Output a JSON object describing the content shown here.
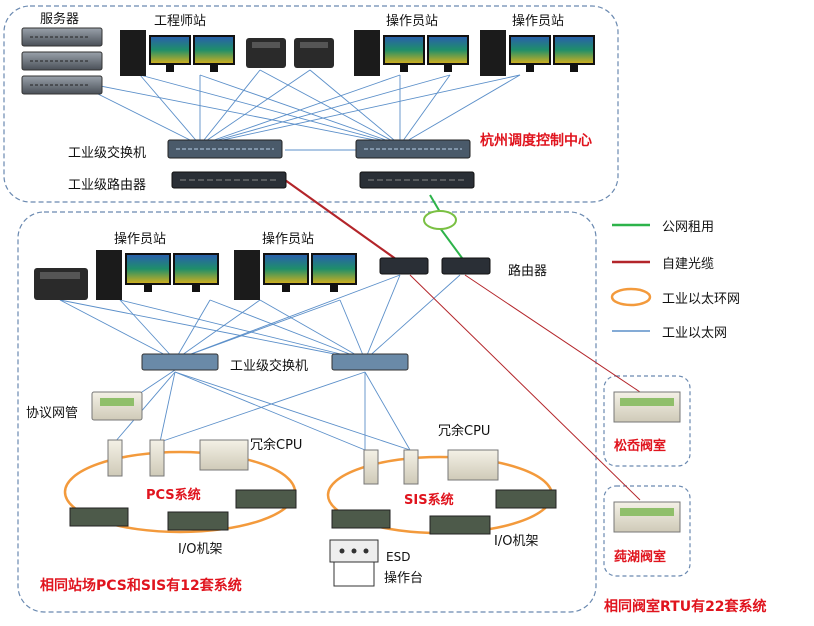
{
  "labels": {
    "server": "服务器",
    "engineer_station": "工程师站",
    "operator_station_1": "操作员站",
    "operator_station_2": "操作员站",
    "operator_station_3": "操作员站",
    "operator_station_4": "操作员站",
    "industrial_switch_top": "工业级交换机",
    "industrial_router_top": "工业级路由器",
    "control_center": "杭州调度控制中心",
    "router": "路由器",
    "industrial_switch_bottom": "工业级交换机",
    "protocol_gateway": "协议网管",
    "redundant_cpu_1": "冗余CPU",
    "redundant_cpu_2": "冗余CPU",
    "pcs_system": "PCS系统",
    "sis_system": "SIS系统",
    "io_rack_1": "I/O机架",
    "io_rack_2": "I/O机架",
    "esd": "ESD",
    "console": "操作台",
    "station_summary": "相同站场PCS和SIS有12套系统",
    "valve_room_1": "松岙阀室",
    "valve_room_2": "莼湖阀室",
    "valve_summary": "相同阀室RTU有22套系统"
  },
  "legend": [
    {
      "label": "公网租用",
      "color": "#2db34a",
      "type": "line"
    },
    {
      "label": "自建光缆",
      "color": "#b3252a",
      "type": "line"
    },
    {
      "label": "工业以太环网",
      "color": "#f39a3c",
      "type": "ring"
    },
    {
      "label": "工业以太网",
      "color": "#5b8fc9",
      "type": "line"
    }
  ],
  "colors": {
    "public_network": "#2db34a",
    "fiber": "#b3252a",
    "ring": "#f39a3c",
    "ethernet": "#5b8fc9",
    "highlight_text": "#e0141e"
  }
}
